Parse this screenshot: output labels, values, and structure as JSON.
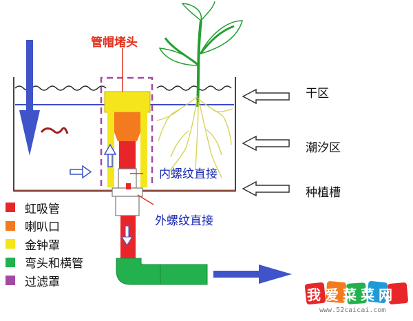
{
  "labels": {
    "cap": "管帽堵头",
    "dry_zone": "干区",
    "tidal_zone": "潮汐区",
    "planting_tank": "种植槽",
    "inner_thread": "内螺纹直接",
    "outer_thread": "外螺纹直接"
  },
  "legend": [
    {
      "label": "虹吸管",
      "color": "#e8262a"
    },
    {
      "label": "喇叭口",
      "color": "#f47a20"
    },
    {
      "label": "金钟罩",
      "color": "#f5e51c"
    },
    {
      "label": "弯头和横管",
      "color": "#22b14c"
    },
    {
      "label": "过滤罩",
      "color": "#a349a4"
    }
  ],
  "logo": {
    "text": "我爱菜菜网",
    "url": "www.52caicai.com"
  },
  "colors": {
    "arrow_blue": "#3e54c8",
    "water_line": "#3a4cc8",
    "tank_line": "#444444",
    "tank_bottom": "#8b4a3a",
    "plant_green": "#22a030",
    "root_yellow": "#d8d35a"
  }
}
